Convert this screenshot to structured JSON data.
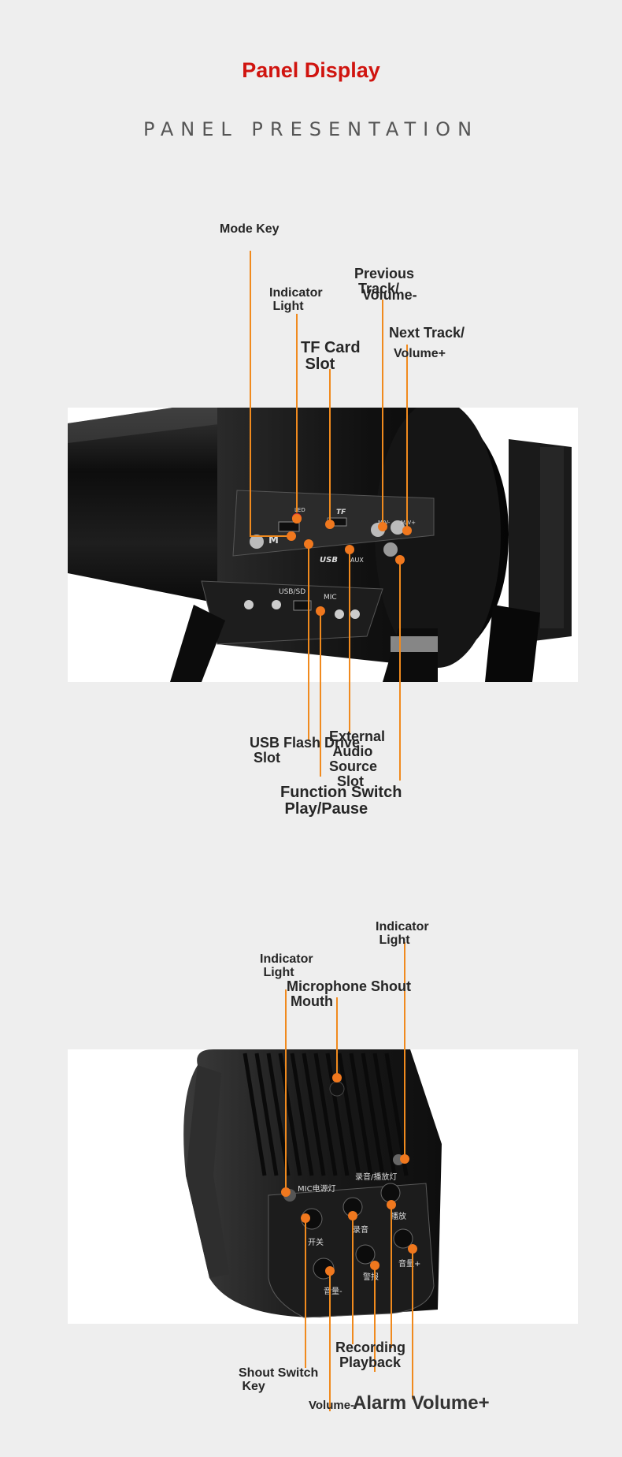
{
  "header": {
    "title": "Panel Display",
    "subtitle": "PANEL PRESENTATION"
  },
  "top_panel": {
    "mode_key": "Mode Key",
    "indicator_light": "Indicator\n Light",
    "tf_card_slot": "TF Card\n Slot",
    "previous_track_1": "Previous\n Track/",
    "previous_track_2": "Volume-",
    "next_track_1": "Next Track/",
    "next_track_2": "Volume+",
    "usb_flash_drive_slot": "USB Flash Drive\n Slot",
    "external_audio_source_slot": "External\n Audio\nSource\n  Slot",
    "function_switch_play_pause": "Function Switch\n Play/Pause",
    "device_marks": {
      "led": "LED",
      "tf": "TF",
      "m": "M",
      "usb": "USB",
      "aux": "AUX",
      "m_v_minus": "M/V-",
      "m_v_plus": "M/V+",
      "usb_sd": "USB/SD",
      "mic": "MIC"
    }
  },
  "bottom_panel": {
    "indicator_light_right": "Indicator\n Light",
    "indicator_light_left": "Indicator\n Light",
    "microphone_shout_mouth": "Microphone Shout\n Mouth",
    "recording_playback": "Recording\n Playback",
    "shout_switch_key": "Shout Switch\n Key",
    "volume_minus": "Volume-",
    "alarm_volume_plus": "Alarm Volume+",
    "device_marks": {
      "mic_power_light": "MIC电源灯",
      "record_play_light": "录音/播放灯",
      "switch": "开关",
      "record": "录音",
      "playback": "播放",
      "volume_minus": "音量-",
      "alarm": "警报",
      "volume_plus": "音量+"
    }
  },
  "colors": {
    "title": "#d0140f",
    "leader_line": "#f08a1e",
    "dot": "#f0781e",
    "device_body": "#1a1a1a"
  }
}
